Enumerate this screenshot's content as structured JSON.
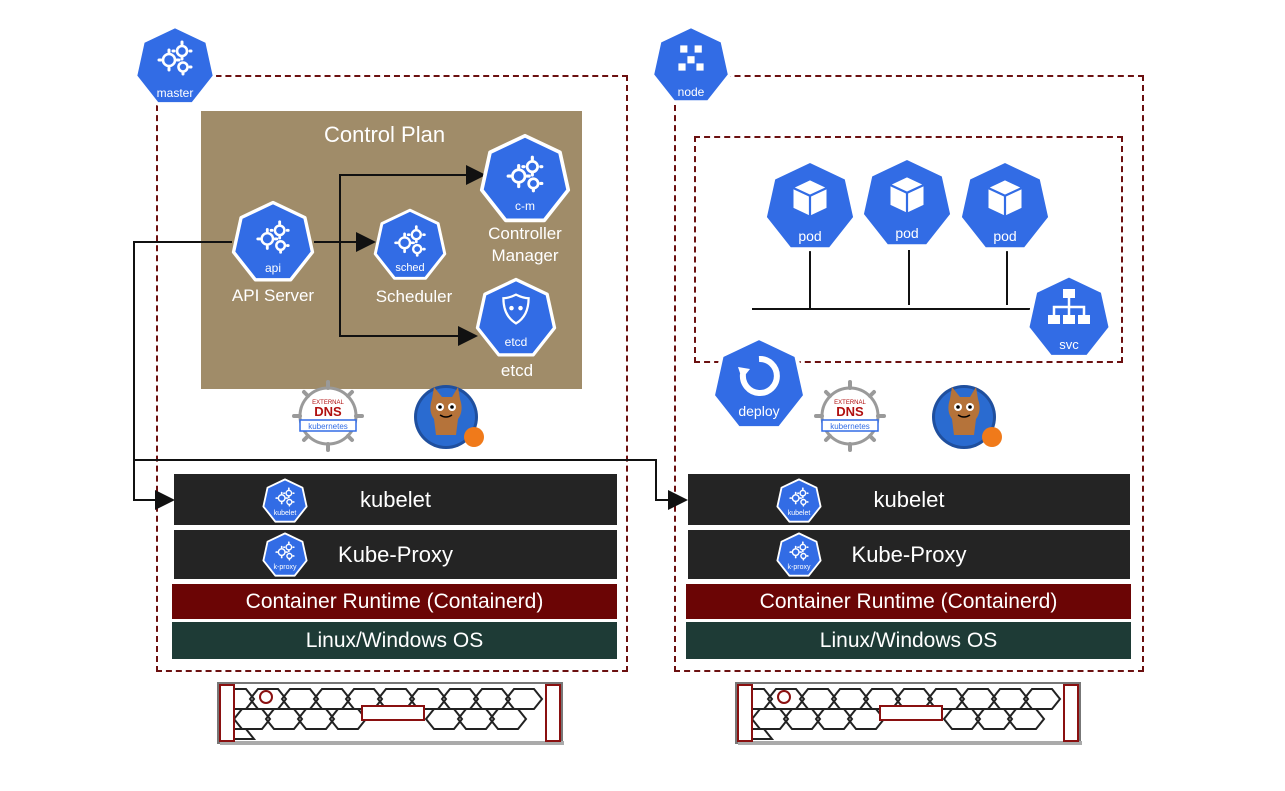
{
  "master": {
    "badge": "master",
    "control_plane_title": "Control Plan",
    "components": {
      "api": {
        "badge": "api",
        "label": "API Server"
      },
      "sched": {
        "badge": "sched",
        "label": "Scheduler"
      },
      "cm": {
        "badge": "c-m",
        "label_line1": "Controller",
        "label_line2": "Manager"
      },
      "etcd": {
        "badge": "etcd",
        "label": "etcd"
      }
    },
    "layers": {
      "kubelet": {
        "badge": "kubelet",
        "label": "kubelet"
      },
      "kube_proxy": {
        "badge": "k-proxy",
        "label": "Kube-Proxy"
      },
      "runtime": "Container Runtime (Containerd)",
      "os": "Linux/Windows OS"
    }
  },
  "node": {
    "badge": "node",
    "pods": [
      {
        "badge": "pod"
      },
      {
        "badge": "pod"
      },
      {
        "badge": "pod"
      }
    ],
    "svc_badge": "svc",
    "deploy_badge": "deploy",
    "layers": {
      "kubelet": {
        "badge": "kubelet",
        "label": "kubelet"
      },
      "kube_proxy": {
        "badge": "k-proxy",
        "label": "Kube-Proxy"
      },
      "runtime": "Container Runtime (Containerd)",
      "os": "Linux/Windows OS"
    }
  },
  "external_dns_logo_text": [
    "EXTERNAL",
    "DNS",
    "kubernetes"
  ],
  "colors": {
    "k8s_blue": "#326ce5",
    "dash_border": "#6b1010",
    "control_plane_bg": "#a08c69",
    "layer_black": "#242424",
    "layer_red": "#6b0505",
    "layer_green": "#1e3b36"
  },
  "icons": [
    "gears-icon",
    "cube-icon",
    "network-icon",
    "refresh-icon",
    "etcd-icon",
    "external-dns-logo",
    "cat-mascot-icon",
    "server-icon"
  ]
}
